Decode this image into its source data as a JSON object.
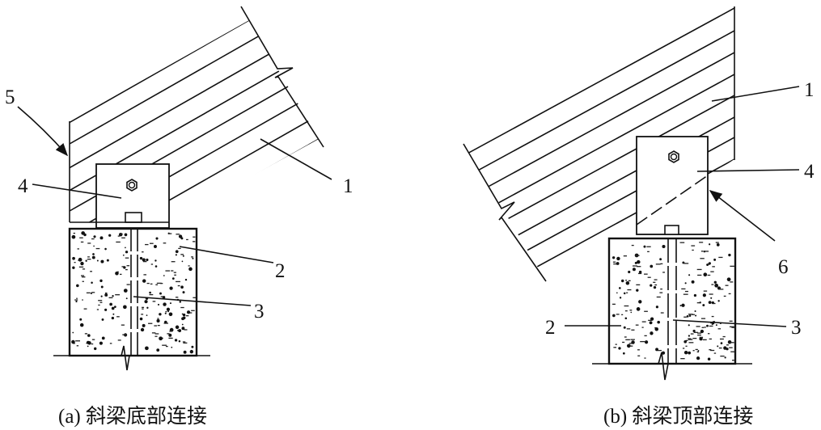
{
  "figure_a": {
    "caption": "(a) 斜梁底部连接",
    "labels": {
      "l1": "1",
      "l2": "2",
      "l3": "3",
      "l4": "4",
      "l5": "5"
    }
  },
  "figure_b": {
    "caption": "(b) 斜梁顶部连接",
    "labels": {
      "l1": "1",
      "l2": "2",
      "l3": "3",
      "l4": "4",
      "l6": "6"
    }
  }
}
